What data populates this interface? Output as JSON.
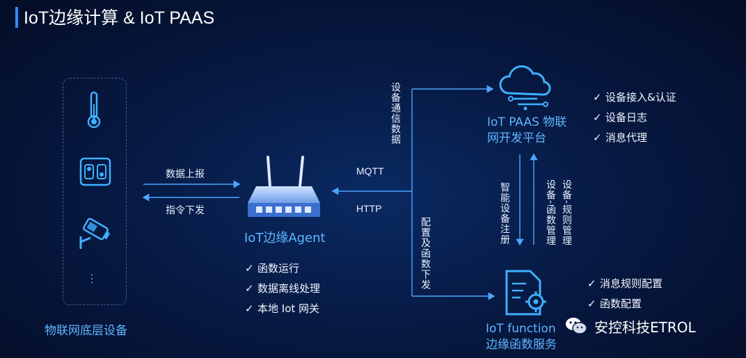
{
  "title": "IoT边缘计算 & IoT PAAS",
  "devices": {
    "label": "物联网底层设备",
    "more": "⋮"
  },
  "left_flow": {
    "top": "数据上报",
    "bottom": "指令下发"
  },
  "agent": {
    "label": "IoT边缘Agent",
    "features": [
      "函数运行",
      "数据离线处理",
      "本地 Iot 网关"
    ]
  },
  "protocols": {
    "mqtt": "MQTT",
    "http": "HTTP"
  },
  "up_branch_label": "设备通信数据",
  "down_branch_label": "配置及函数下发",
  "paas": {
    "label": "IoT PAAS 物联网开发平台",
    "features": [
      "设备接入&认证",
      "设备日志",
      "消息代理"
    ]
  },
  "mid_arrows": {
    "down": "智能设备注册",
    "up1": "设备-函数管理",
    "up2": "设备-规则管理"
  },
  "function": {
    "label_line1": "IoT function",
    "label_line2": "边缘函数服务",
    "features": [
      "消息规则配置",
      "函数配置"
    ]
  },
  "watermark": "安控科技ETROL",
  "check_mark": "✓"
}
